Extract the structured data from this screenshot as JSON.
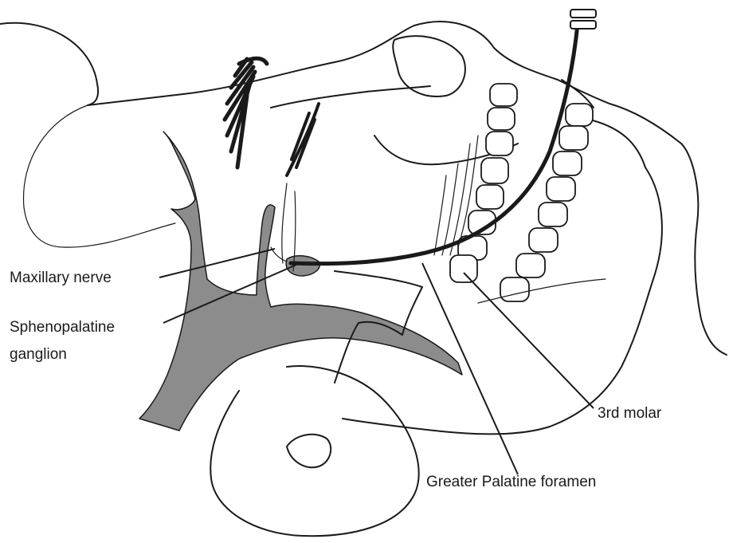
{
  "figure": {
    "labels": {
      "maxillary_nerve": "Maxillary nerve",
      "sphenopalatine_line1": "Sphenopalatine",
      "sphenopalatine_line2": "ganglion",
      "third_molar": "3rd molar",
      "greater_palatine": "Greater Palatine foramen"
    }
  }
}
